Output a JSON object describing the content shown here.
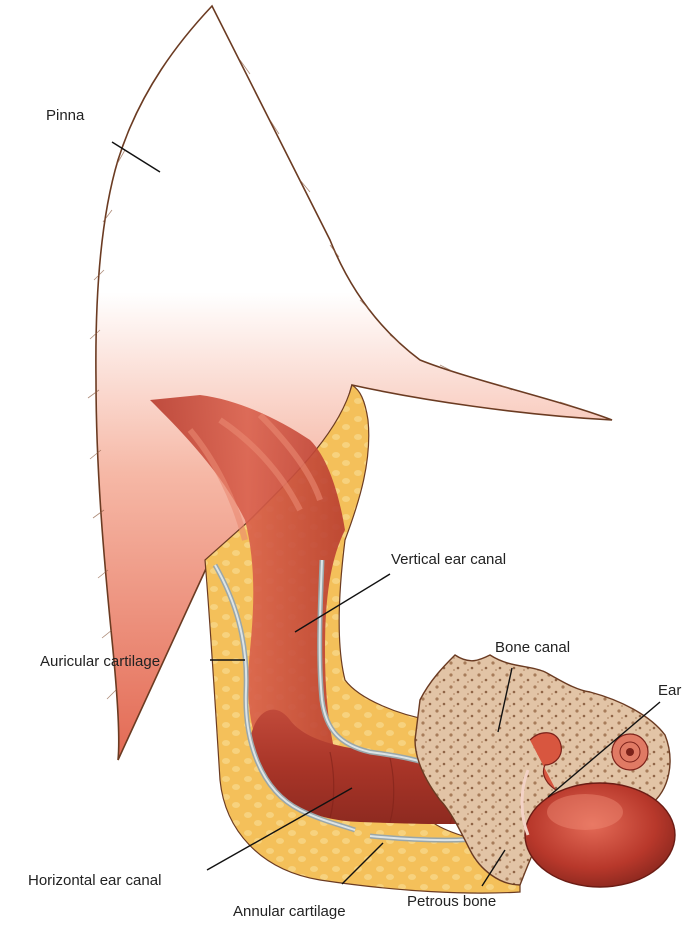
{
  "labels": {
    "pinna": "Pinna",
    "vertical_ear_canal": "Vertical ear canal",
    "auricular_cartilage": "Auricular cartilage",
    "bone_canal": "Bone canal",
    "ear": "Ear",
    "horizontal_ear_canal": "Horizontal ear canal",
    "annular_cartilage": "Annular cartilage",
    "petrous_bone": "Petrous bone"
  },
  "colors": {
    "fur_outline": "#6b3b22",
    "fat_tissue": "#f4c05a",
    "canal_red": "#c94a3a",
    "canal_pink": "#f29a86",
    "cartilage": "#c8d3d6",
    "bone": "#d9b99a",
    "bone_dark": "#a77c5a"
  }
}
